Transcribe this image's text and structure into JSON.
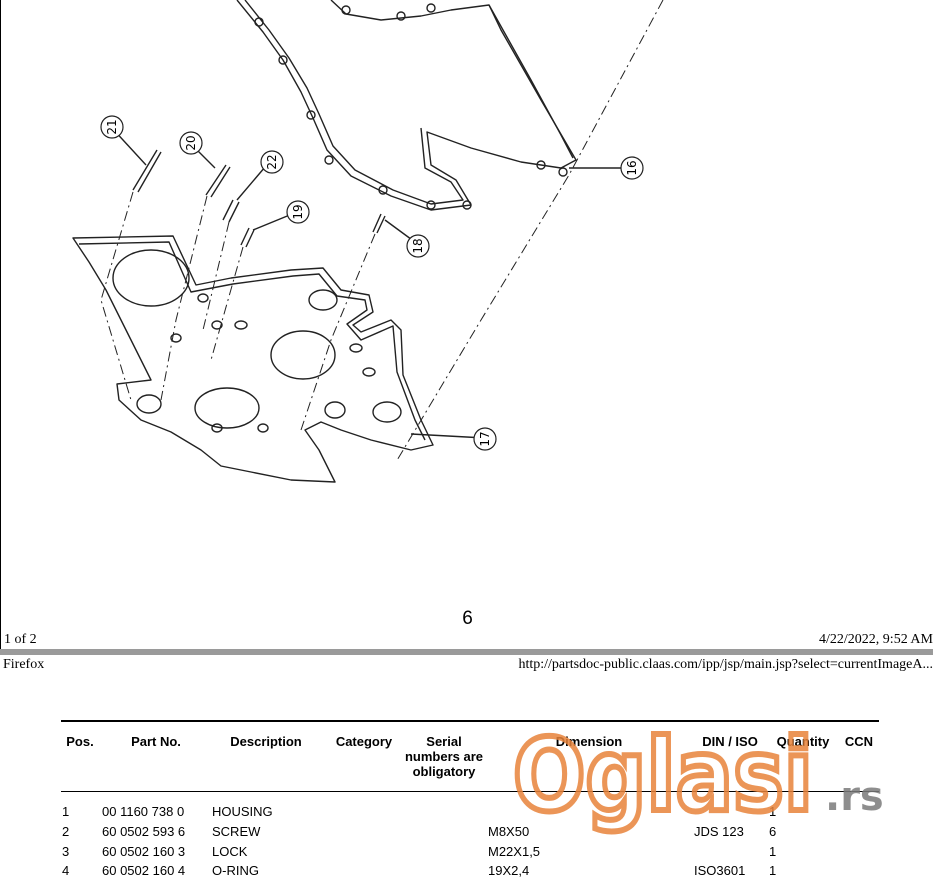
{
  "drawing": {
    "callouts": [
      "21",
      "20",
      "22",
      "19",
      "18",
      "16",
      "17"
    ]
  },
  "page": {
    "page_number": "6",
    "footer_left": "1 of 2",
    "footer_right": "4/22/2022, 9:52 AM",
    "header_left": "Firefox",
    "header_right": "http://partsdoc-public.claas.com/ipp/jsp/main.jsp?select=currentImageA..."
  },
  "table": {
    "headers": {
      "pos": "Pos.",
      "part_no": "Part No.",
      "description": "Description",
      "category": "Category",
      "serial_1": "Serial",
      "serial_2": "numbers are",
      "serial_3": "obligatory",
      "dimension": "Dimension",
      "din_iso": "DIN / ISO",
      "quantity": "Quantity",
      "ccn": "CCN"
    },
    "rows": [
      {
        "pos": "1",
        "part_no": "00 1160 738 0",
        "description": "HOUSING",
        "dimension": "",
        "din_iso": "",
        "quantity": "1"
      },
      {
        "pos": "2",
        "part_no": "60 0502 593 6",
        "description": "SCREW",
        "dimension": "M8X50",
        "din_iso": "JDS 123",
        "quantity": "6"
      },
      {
        "pos": "3",
        "part_no": "60 0502 160 3",
        "description": "LOCK",
        "dimension": "M22X1,5",
        "din_iso": "",
        "quantity": "1"
      },
      {
        "pos": "4",
        "part_no": "60 0502 160 4",
        "description": "O-RING",
        "dimension": "19X2,4",
        "din_iso": "ISO3601",
        "quantity": "1"
      }
    ]
  },
  "watermark": {
    "text": "Oglasi",
    "suffix": ".rs",
    "color": "#e8833a"
  }
}
